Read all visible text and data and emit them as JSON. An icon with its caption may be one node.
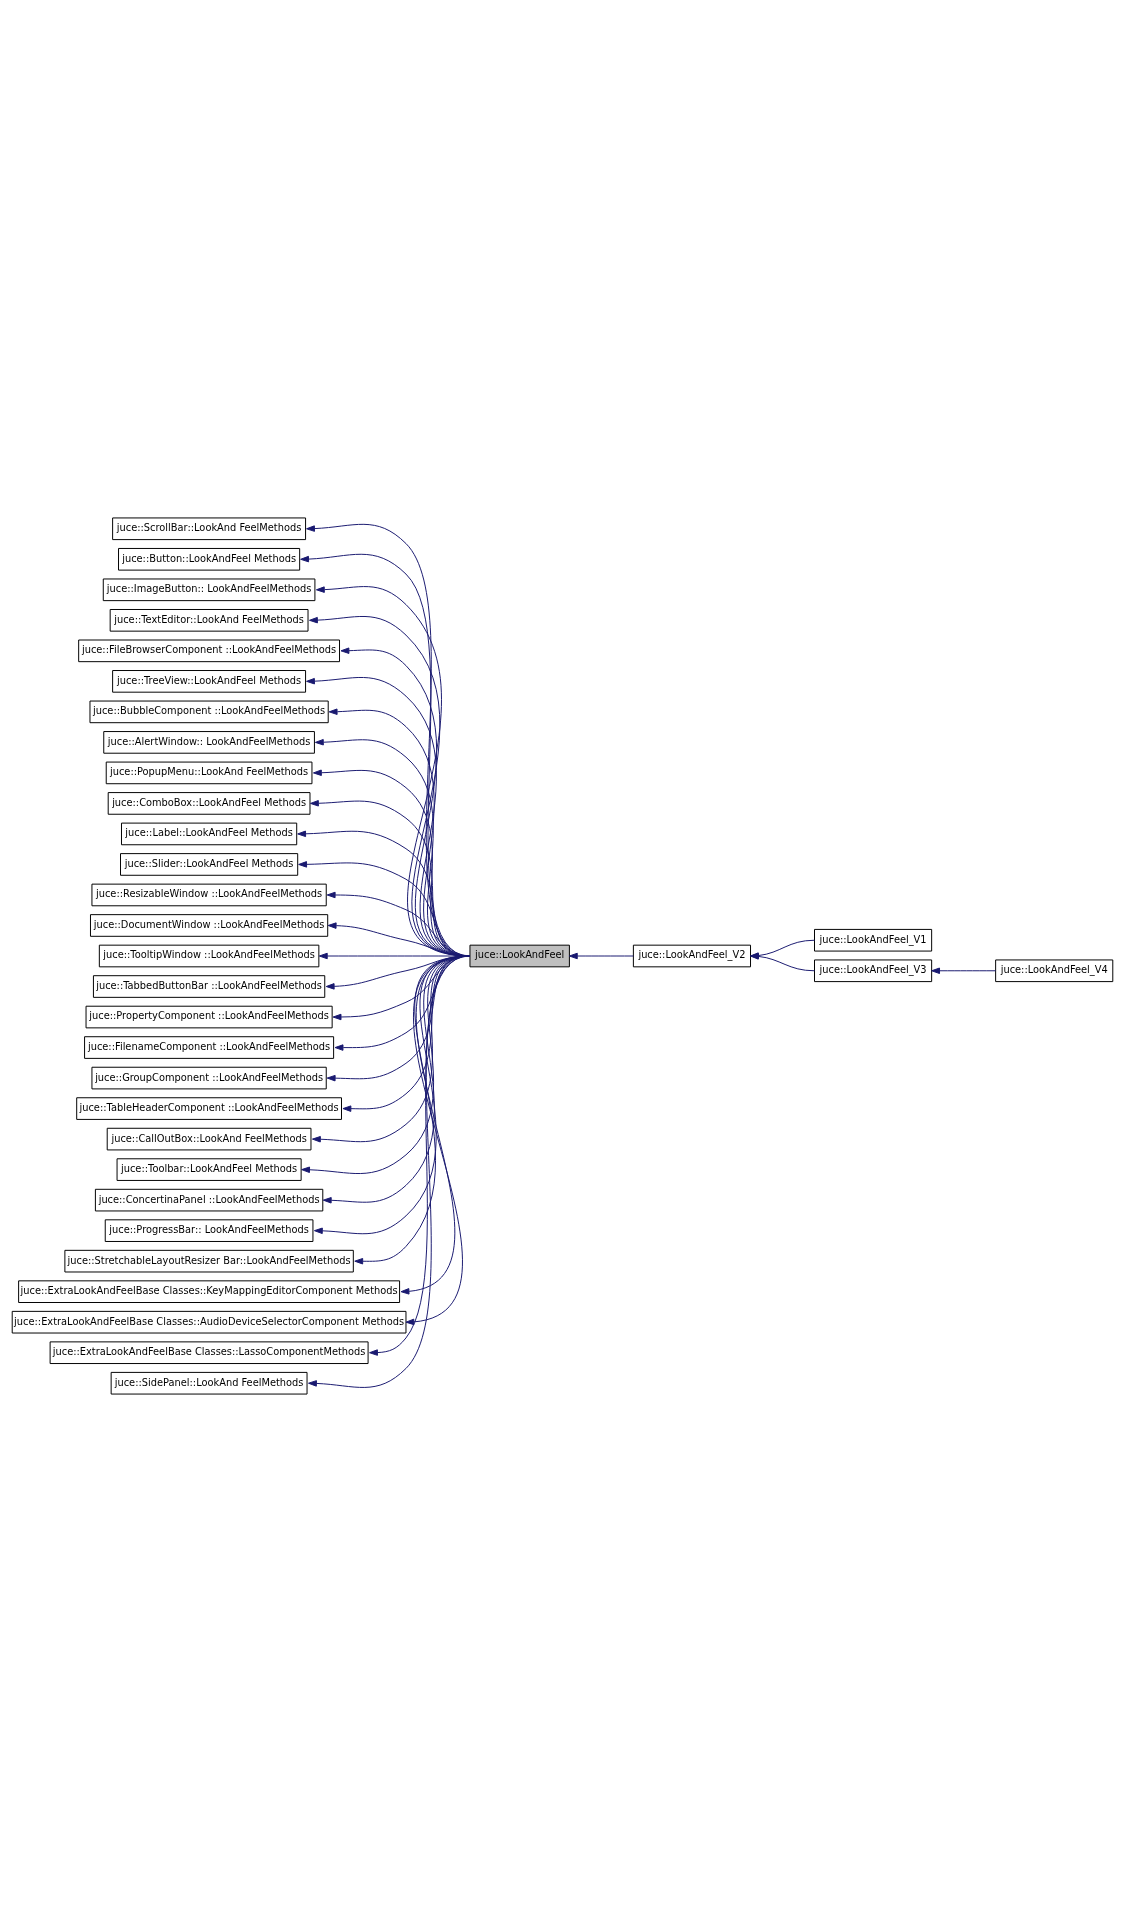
{
  "diagram": {
    "nodes": [
      {
        "text": [
          "juce::ScrollBar::LookAnd FeelMethods"
        ]
      },
      {
        "text": [
          "juce::Button::LookAndFeel Methods"
        ]
      },
      {
        "text": [
          "juce::ImageButton:: LookAndFeelMethods"
        ]
      },
      {
        "text": [
          "juce::TextEditor::LookAnd FeelMethods"
        ]
      },
      {
        "text": [
          "juce::FileBrowserComponent ::LookAndFeelMethods"
        ]
      },
      {
        "text": [
          "juce::TreeView::LookAndFeel Methods"
        ]
      },
      {
        "text": [
          "juce::BubbleComponent ::LookAndFeelMethods"
        ]
      },
      {
        "text": [
          "juce::AlertWindow:: LookAndFeelMethods"
        ]
      },
      {
        "text": [
          "juce::PopupMenu::LookAnd FeelMethods"
        ]
      },
      {
        "text": [
          "juce::ComboBox::LookAndFeel Methods"
        ]
      },
      {
        "text": [
          "juce::Label::LookAndFeel Methods"
        ]
      },
      {
        "text": [
          "juce::Slider::LookAndFeel Methods"
        ]
      },
      {
        "text": [
          "juce::ResizableWindow ::LookAndFeelMethods"
        ]
      },
      {
        "text": [
          "juce::DocumentWindow ::LookAndFeelMethods"
        ]
      },
      {
        "text": [
          "juce::TooltipWindow ::LookAndFeelMethods"
        ]
      },
      {
        "text": [
          "juce::TabbedButtonBar ::LookAndFeelMethods"
        ]
      },
      {
        "text": [
          "juce::PropertyComponent ::LookAndFeelMethods"
        ]
      },
      {
        "text": [
          "juce::FilenameComponent ::LookAndFeelMethods"
        ]
      },
      {
        "text": [
          "juce::GroupComponent ::LookAndFeelMethods"
        ]
      },
      {
        "text": [
          "juce::TableHeaderComponent ::LookAndFeelMethods"
        ]
      },
      {
        "text": [
          "juce::CallOutBox::LookAnd FeelMethods"
        ]
      },
      {
        "text": [
          "juce::Toolbar::LookAndFeel Methods"
        ]
      },
      {
        "text": [
          "juce::ConcertinaPanel ::LookAndFeelMethods"
        ]
      },
      {
        "text": [
          "juce::ProgressBar:: LookAndFeelMethods"
        ]
      },
      {
        "text": [
          "juce::StretchableLayoutResizer Bar::LookAndFeelMethods"
        ]
      },
      {
        "text": [
          "juce::ExtraLookAndFeelBase Classes::KeyMappingEditorComponent Methods"
        ]
      },
      {
        "text": [
          "juce::ExtraLookAndFeelBase Classes::AudioDeviceSelectorComponent Methods"
        ]
      },
      {
        "text": [
          "juce::ExtraLookAndFeelBase Classes::LassoComponentMethods"
        ]
      },
      {
        "text": [
          "juce::SidePanel::LookAnd FeelMethods"
        ]
      },
      {
        "text": [
          "juce::LookAndFeel"
        ]
      },
      {
        "text": [
          "juce::LookAndFeel_V2"
        ]
      },
      {
        "text": [
          "juce::LookAndFeel_V1"
        ]
      },
      {
        "text": [
          "juce::LookAndFeel_V3"
        ]
      },
      {
        "text": [
          "juce::LookAndFeel_V4"
        ]
      }
    ],
    "edges": [
      {
        "from": 29,
        "to": 0,
        "arrow": "to"
      },
      {
        "from": 29,
        "to": 1,
        "arrow": "to"
      },
      {
        "from": 29,
        "to": 2,
        "arrow": "to"
      },
      {
        "from": 29,
        "to": 3,
        "arrow": "to"
      },
      {
        "from": 29,
        "to": 4,
        "arrow": "to"
      },
      {
        "from": 29,
        "to": 5,
        "arrow": "to"
      },
      {
        "from": 29,
        "to": 6,
        "arrow": "to"
      },
      {
        "from": 29,
        "to": 7,
        "arrow": "to"
      },
      {
        "from": 29,
        "to": 8,
        "arrow": "to"
      },
      {
        "from": 29,
        "to": 9,
        "arrow": "to"
      },
      {
        "from": 29,
        "to": 10,
        "arrow": "to"
      },
      {
        "from": 29,
        "to": 11,
        "arrow": "to"
      },
      {
        "from": 29,
        "to": 12,
        "arrow": "to"
      },
      {
        "from": 29,
        "to": 13,
        "arrow": "to"
      },
      {
        "from": 29,
        "to": 14,
        "arrow": "to"
      },
      {
        "from": 29,
        "to": 15,
        "arrow": "to"
      },
      {
        "from": 29,
        "to": 16,
        "arrow": "to"
      },
      {
        "from": 29,
        "to": 17,
        "arrow": "to"
      },
      {
        "from": 29,
        "to": 18,
        "arrow": "to"
      },
      {
        "from": 29,
        "to": 19,
        "arrow": "to"
      },
      {
        "from": 29,
        "to": 20,
        "arrow": "to"
      },
      {
        "from": 29,
        "to": 21,
        "arrow": "to"
      },
      {
        "from": 29,
        "to": 22,
        "arrow": "to"
      },
      {
        "from": 29,
        "to": 23,
        "arrow": "to"
      },
      {
        "from": 29,
        "to": 24,
        "arrow": "to"
      },
      {
        "from": 29,
        "to": 25,
        "arrow": "to"
      },
      {
        "from": 29,
        "to": 26,
        "arrow": "to"
      },
      {
        "from": 29,
        "to": 27,
        "arrow": "to"
      },
      {
        "from": 29,
        "to": 28,
        "arrow": "to"
      },
      {
        "from": 30,
        "to": 29,
        "arrow": "to"
      },
      {
        "from": 31,
        "to": 30,
        "arrow": "to"
      },
      {
        "from": 32,
        "to": 30,
        "arrow": "to"
      },
      {
        "from": 33,
        "to": 32,
        "arrow": "to"
      }
    ]
  }
}
